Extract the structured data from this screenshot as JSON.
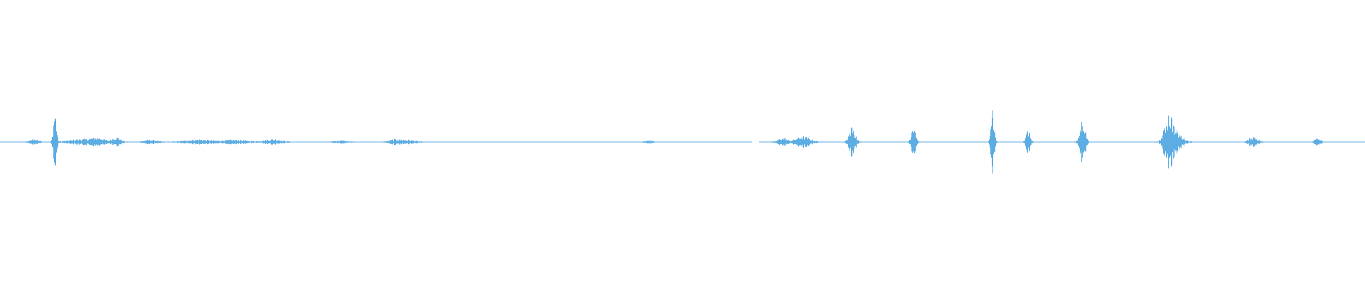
{
  "waveform": {
    "color": "#5dade2",
    "baseline_amplitude": 0.005,
    "peak_amplitude_scale": 1.0,
    "gaps": [
      {
        "start": 0.551,
        "end": 0.556
      }
    ],
    "events": [
      {
        "position": 0.025,
        "amplitude": 0.04,
        "width": 0.004
      },
      {
        "position": 0.04,
        "amplitude": 0.48,
        "width": 0.0015
      },
      {
        "position": 0.06,
        "amplitude": 0.04,
        "width": 0.012
      },
      {
        "position": 0.072,
        "amplitude": 0.05,
        "width": 0.006
      },
      {
        "position": 0.085,
        "amplitude": 0.07,
        "width": 0.004
      },
      {
        "position": 0.11,
        "amplitude": 0.03,
        "width": 0.006
      },
      {
        "position": 0.145,
        "amplitude": 0.035,
        "width": 0.012
      },
      {
        "position": 0.172,
        "amplitude": 0.03,
        "width": 0.012
      },
      {
        "position": 0.2,
        "amplitude": 0.04,
        "width": 0.008
      },
      {
        "position": 0.25,
        "amplitude": 0.02,
        "width": 0.006
      },
      {
        "position": 0.29,
        "amplitude": 0.04,
        "width": 0.006
      },
      {
        "position": 0.3,
        "amplitude": 0.025,
        "width": 0.006
      },
      {
        "position": 0.475,
        "amplitude": 0.025,
        "width": 0.003
      },
      {
        "position": 0.573,
        "amplitude": 0.06,
        "width": 0.004
      },
      {
        "position": 0.588,
        "amplitude": 0.08,
        "width": 0.007
      },
      {
        "position": 0.624,
        "amplitude": 0.22,
        "width": 0.003
      },
      {
        "position": 0.669,
        "amplitude": 0.3,
        "width": 0.002
      },
      {
        "position": 0.727,
        "amplitude": 0.55,
        "width": 0.0015
      },
      {
        "position": 0.753,
        "amplitude": 0.18,
        "width": 0.002
      },
      {
        "position": 0.793,
        "amplitude": 0.35,
        "width": 0.0025
      },
      {
        "position": 0.856,
        "amplitude": 0.4,
        "width": 0.004
      },
      {
        "position": 0.862,
        "amplitude": 0.12,
        "width": 0.006
      },
      {
        "position": 0.918,
        "amplitude": 0.08,
        "width": 0.004
      },
      {
        "position": 0.965,
        "amplitude": 0.05,
        "width": 0.003
      }
    ]
  }
}
